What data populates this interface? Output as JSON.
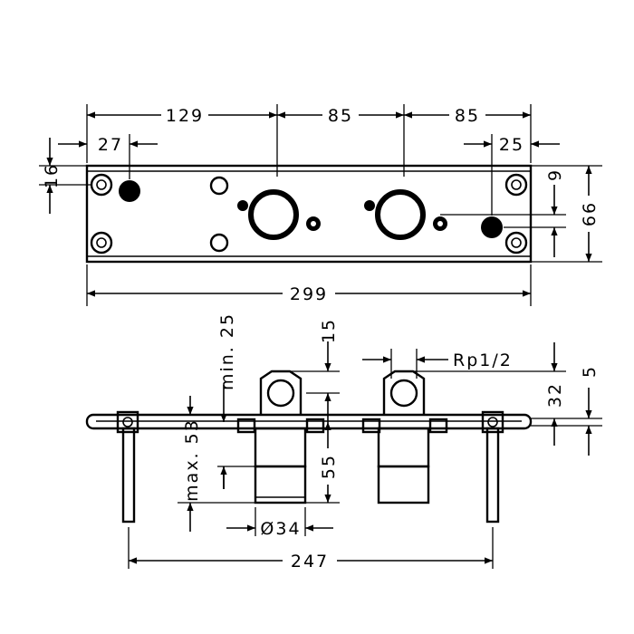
{
  "top_view": {
    "dims": {
      "d129": "129",
      "d85a": "85",
      "d85b": "85",
      "d27": "27",
      "d25": "25",
      "d16": "16",
      "d9": "9",
      "d66": "66",
      "d299": "299"
    }
  },
  "side_view": {
    "dims": {
      "min25": "min. 25",
      "d15": "15",
      "rp": "Rp1/2",
      "d5": "5",
      "d32": "32",
      "max53": "max. 53",
      "d55": "55",
      "d34": "Ø34",
      "d247": "247"
    }
  }
}
